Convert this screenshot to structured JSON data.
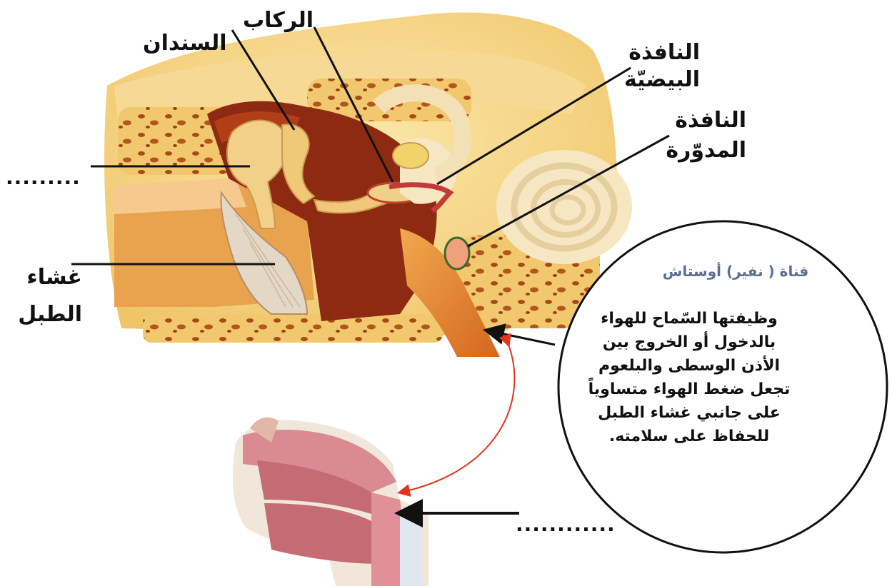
{
  "labels": {
    "incus": "السندان",
    "stapes": "الركاب",
    "oval_window": [
      "النافذة",
      "البيضيّة"
    ],
    "round_window": [
      "النافذة",
      "المدوّرة"
    ],
    "eardrum": [
      "غشاء",
      "الطبل"
    ],
    "blank_left": ".........",
    "blank_bottom": "............"
  },
  "eustachian": {
    "title": "قناة ( نفير) أوستاش",
    "description": [
      "وظيفتها السّماح للهواء",
      "بالدخول أو الخروج بين",
      "الأذن الوسطى والبلعوم",
      "تجعل ضغط الهواء متساوياً",
      "على جانبي غشاء الطبل",
      "للحفاظ على سلامته."
    ]
  },
  "colors": {
    "bone": "#f3d27c",
    "bone_pore": "#a84a18",
    "flesh": "#e1872f",
    "cavity": "#8e2a12",
    "cochlea": "#f6e6c2",
    "accent_red": "#e8321a",
    "window_green": "#3a6b2a"
  }
}
